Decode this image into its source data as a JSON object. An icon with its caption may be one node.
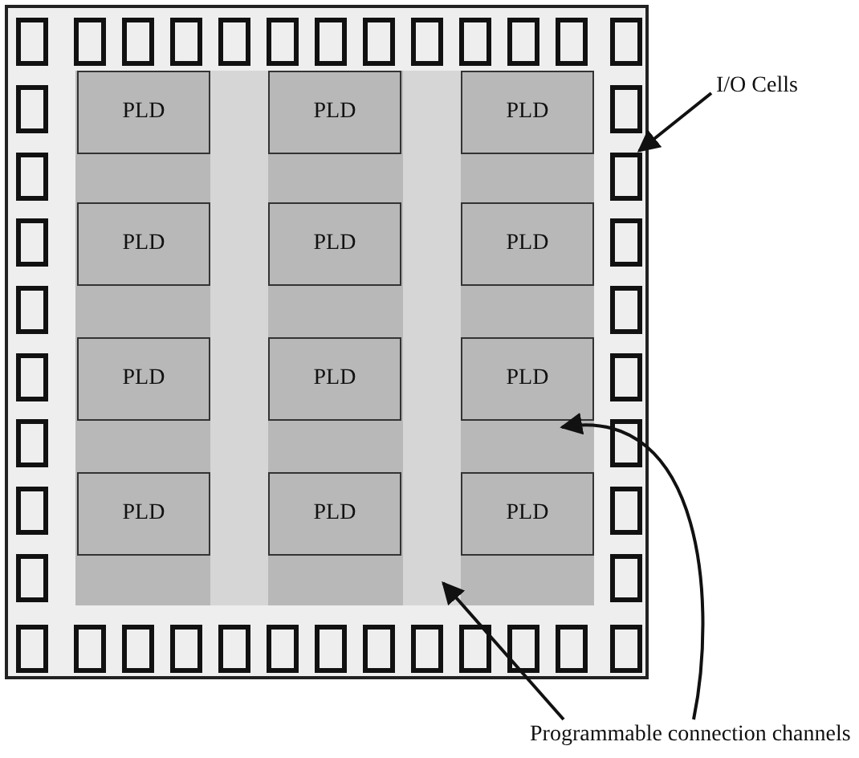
{
  "diagram": {
    "nodes": [
      {
        "text": [],
        "shape": "box"
      },
      {
        "text": [],
        "shape": "box",
        "in": 0
      },
      {
        "text": [],
        "shape": "box",
        "in": 0
      },
      {
        "text": [],
        "shape": "box",
        "in": 0
      },
      {
        "text": [],
        "shape": "box",
        "in": 0
      },
      {
        "text": [],
        "shape": "box",
        "in": 0
      },
      {
        "text": [],
        "shape": "box",
        "in": 0
      },
      {
        "text": [],
        "shape": "box",
        "in": 0
      },
      {
        "text": [],
        "shape": "box",
        "in": 0
      },
      {
        "text": [],
        "shape": "box",
        "in": 0
      },
      {
        "text": [],
        "shape": "box",
        "in": 0
      },
      {
        "text": [],
        "shape": "box",
        "in": 0
      },
      {
        "text": [],
        "shape": "box",
        "in": 0
      },
      {
        "text": [],
        "shape": "box",
        "in": 0
      },
      {
        "text": [],
        "shape": "box",
        "in": 0
      },
      {
        "text": [],
        "shape": "box",
        "in": 0
      },
      {
        "text": [],
        "shape": "box",
        "in": 0
      },
      {
        "text": [],
        "shape": "box",
        "in": 0
      },
      {
        "text": [],
        "shape": "box",
        "in": 0
      },
      {
        "text": [],
        "shape": "box",
        "in": 0
      },
      {
        "text": [],
        "shape": "box",
        "in": 0
      },
      {
        "text": [],
        "shape": "box",
        "in": 0
      },
      {
        "text": [],
        "shape": "box",
        "in": 0
      },
      {
        "text": [],
        "shape": "box",
        "in": 0
      },
      {
        "text": [],
        "shape": "box",
        "in": 0
      },
      {
        "text": [],
        "shape": "box",
        "in": 0
      },
      {
        "text": [],
        "shape": "box",
        "in": 0
      },
      {
        "text": [],
        "shape": "box",
        "in": 0
      },
      {
        "text": [],
        "shape": "box",
        "in": 0
      },
      {
        "text": [],
        "shape": "box",
        "in": 0
      },
      {
        "text": [],
        "shape": "box",
        "in": 0
      },
      {
        "text": [],
        "shape": "box",
        "in": 0
      },
      {
        "text": [],
        "shape": "box",
        "in": 0
      },
      {
        "text": [],
        "shape": "box",
        "in": 0
      },
      {
        "text": [],
        "shape": "box",
        "in": 0
      },
      {
        "text": [],
        "shape": "box",
        "in": 0
      },
      {
        "text": [],
        "shape": "box",
        "in": 0
      },
      {
        "text": [],
        "shape": "box",
        "in": 0
      },
      {
        "text": [],
        "shape": "box",
        "in": 0
      },
      {
        "text": [],
        "shape": "box",
        "in": 0
      },
      {
        "text": [],
        "shape": "box",
        "in": 0
      },
      {
        "text": [],
        "shape": "box",
        "in": 0
      },
      {
        "text": [],
        "shape": "box",
        "in": 0
      },
      {
        "text": [],
        "shape": "box",
        "in": 0
      },
      {
        "text": [
          "PLD"
        ],
        "in": 43
      },
      {
        "text": [
          "PLD"
        ],
        "in": 43
      },
      {
        "text": [
          "PLD"
        ],
        "in": 43
      },
      {
        "text": [
          "PLD"
        ],
        "in": 43
      },
      {
        "text": [
          "PLD"
        ],
        "in": 43
      },
      {
        "text": [
          "PLD"
        ],
        "in": 43
      },
      {
        "text": [
          "PLD"
        ],
        "in": 43
      },
      {
        "text": [
          "PLD"
        ],
        "in": 43
      },
      {
        "text": [
          "PLD"
        ],
        "in": 43
      },
      {
        "text": [
          "PLD"
        ],
        "in": 43
      },
      {
        "text": [
          "PLD"
        ],
        "in": 43
      },
      {
        "text": [
          "PLD"
        ],
        "in": 43
      },
      {
        "text": [],
        "shape": "bar",
        "in": 43
      },
      {
        "text": [],
        "shape": "bar",
        "in": 43
      },
      {
        "text": [
          "I/O Cells"
        ]
      },
      {
        "text": [
          "Programmable connection channels"
        ]
      }
    ],
    "edges": [
      {
        "from": 58,
        "to": 17,
        "arrow": "to"
      },
      {
        "from": 59,
        "to": 57,
        "arrow": "to"
      },
      {
        "from": 59,
        "to": 43,
        "arrow": "to"
      }
    ]
  }
}
